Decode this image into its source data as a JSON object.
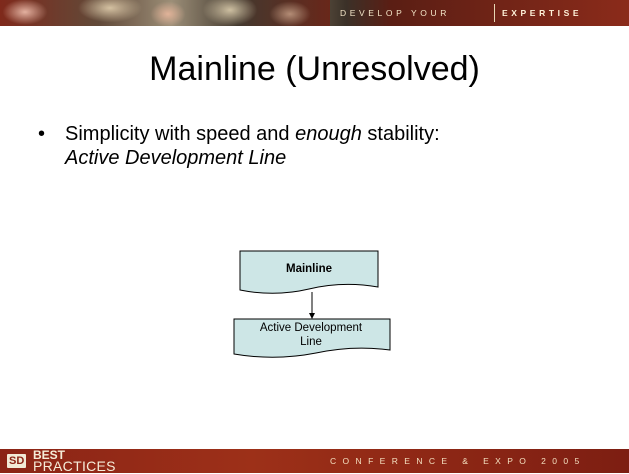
{
  "banner": {
    "tagline_left": "DEVELOP YOUR",
    "tagline_right": "EXPERTISE"
  },
  "slide": {
    "title": "Mainline (Unresolved)",
    "bullet": {
      "text_before": "Simplicity with speed and ",
      "text_emphasis": "enough",
      "text_after": " stability:",
      "line2": "Active Development Line"
    }
  },
  "diagram": {
    "nodes": [
      {
        "label": "Mainline",
        "fill": "#cde6e6"
      },
      {
        "label_line1": "Active Development",
        "label_line2": "Line",
        "fill": "#cde6e6"
      }
    ]
  },
  "footer": {
    "logo_sd": "SD",
    "logo_best": "BEST",
    "logo_practices": "PRACTICES",
    "conference": "CONFERENCE & EXPO 2005"
  },
  "colors": {
    "banner_red": "#8b2416",
    "node_fill": "#cde6e6",
    "text": "#000000"
  }
}
